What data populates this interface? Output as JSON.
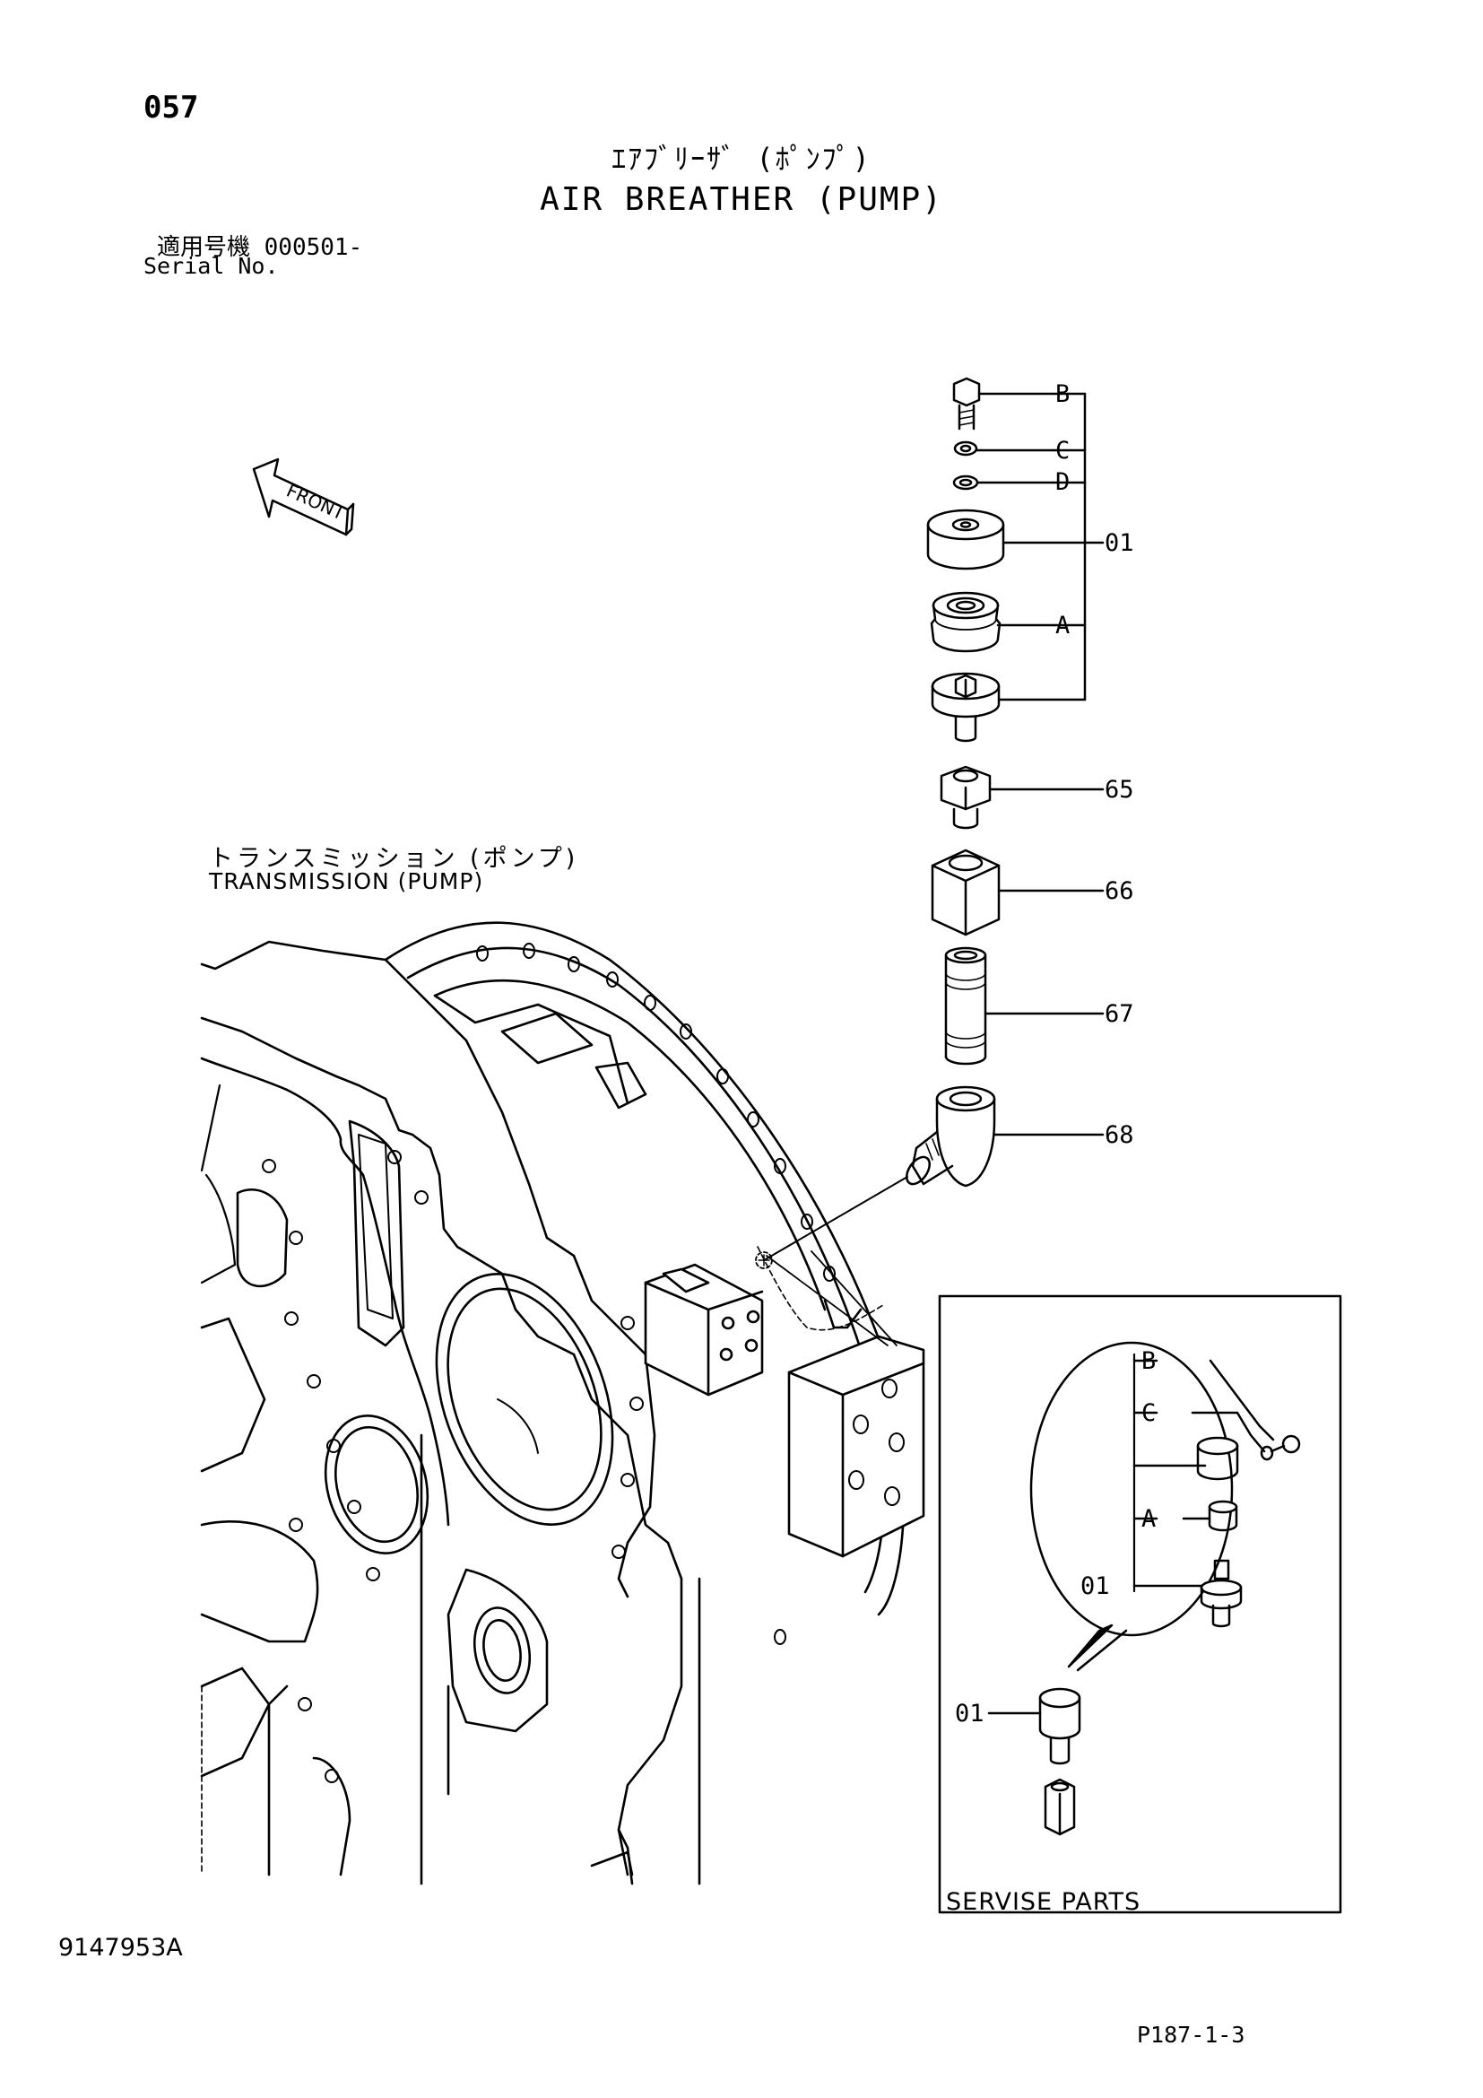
{
  "header": {
    "page_number": "057",
    "title_jp": "ｴｱﾌﾞﾘｰｻﾞ (ﾎﾟﾝﾌﾟ)",
    "title_en": "AIR BREATHER (PUMP)",
    "serial_jp": "適用号機 000501-",
    "serial_en": "Serial No."
  },
  "front_label": "FRONT",
  "assembly": {
    "label_jp": "トランスミッション (ポンプ)",
    "label_en": "TRANSMISSION (PUMP)"
  },
  "callouts": {
    "B": "B",
    "C": "C",
    "D": "D",
    "p01": "01",
    "A": "A",
    "p65": "65",
    "p66": "66",
    "p67": "67",
    "p68": "68"
  },
  "service_box": {
    "title": "SERVISE PARTS",
    "B": "B",
    "C": "C",
    "A": "A",
    "p01a": "01",
    "p01b": "01"
  },
  "footer": {
    "doc_code": "9147953A",
    "page_ref": "P187-1-3"
  }
}
